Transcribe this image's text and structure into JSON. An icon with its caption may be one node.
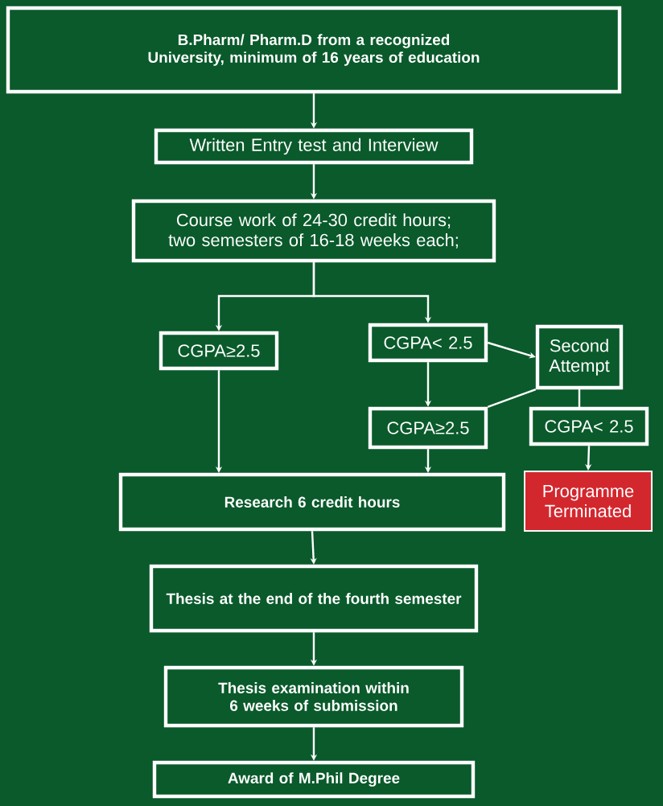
{
  "diagram": {
    "nodes": [
      {
        "text": [
          "B.Pharm/ Pharm.D from a recognized University, minimum of 16 years of education"
        ]
      },
      {
        "text": [
          "Written Entry test and Interview"
        ]
      },
      {
        "text": [
          "Course work of 24-30 credit hours; two semesters of 16-18 weeks each;"
        ]
      },
      {
        "text": [
          "CGPA≥2.5"
        ]
      },
      {
        "text": [
          "CGPA< 2.5"
        ]
      },
      {
        "text": [
          "Second Attempt"
        ]
      },
      {
        "text": [
          "CGPA≥2.5"
        ]
      },
      {
        "text": [
          "CGPA< 2.5"
        ]
      },
      {
        "text": [
          "Research 6 credit hours"
        ]
      },
      {
        "text": [
          "Programme Terminated"
        ]
      },
      {
        "text": [
          "Thesis at the end of the fourth semester"
        ]
      },
      {
        "text": [
          "Thesis examination within 6 weeks of submission"
        ]
      },
      {
        "text": [
          "Award of M.Phil Degree"
        ]
      }
    ],
    "edges": [
      {
        "from": 0,
        "to": 1,
        "arrow": "to"
      },
      {
        "from": 1,
        "to": 2,
        "arrow": "to"
      },
      {
        "from": 2,
        "to": 3,
        "arrow": "to"
      },
      {
        "from": 2,
        "to": 4,
        "arrow": "to"
      },
      {
        "from": 4,
        "to": 5,
        "arrow": "to"
      },
      {
        "from": 4,
        "to": 6,
        "arrow": "to"
      },
      {
        "from": 5,
        "to": 6,
        "arrow": "none"
      },
      {
        "from": 5,
        "to": 7,
        "arrow": "none"
      },
      {
        "from": 3,
        "to": 8,
        "arrow": "to"
      },
      {
        "from": 6,
        "to": 8,
        "arrow": "to"
      },
      {
        "from": 7,
        "to": 9,
        "arrow": "to"
      },
      {
        "from": 8,
        "to": 10,
        "arrow": "to"
      },
      {
        "from": 10,
        "to": 11,
        "arrow": "to"
      },
      {
        "from": 11,
        "to": 12,
        "arrow": "to"
      }
    ]
  }
}
